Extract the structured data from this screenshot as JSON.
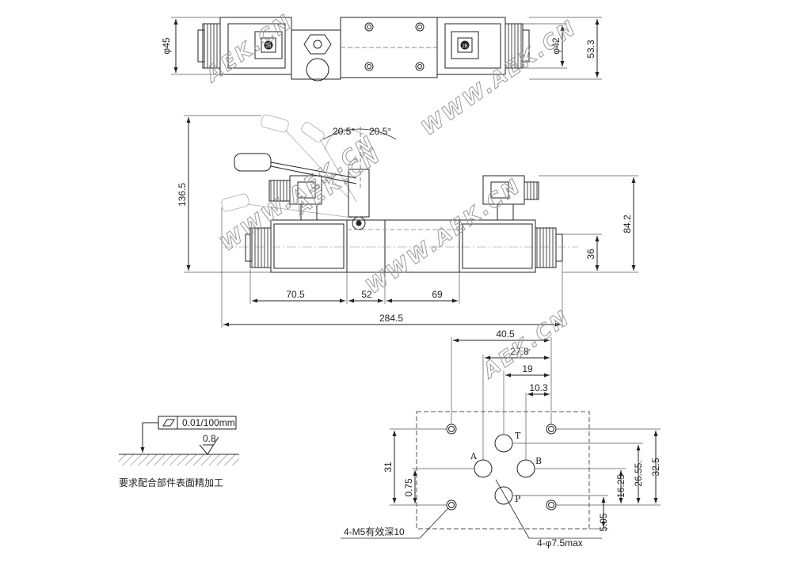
{
  "watermarks": {
    "a": "AEK.CN",
    "b": "WWW.AEK.CN",
    "c": "AEK.CN",
    "d": "WWW.AEK.CN",
    "e": "WWW.AEK.CN",
    "f": "AEK.CN"
  },
  "top_view": {
    "dia45": "φ45",
    "dia42": "φ42",
    "height": "53.3",
    "coil_left_badge": "2B",
    "coil_right_badge": "2B"
  },
  "front_view": {
    "angle_left": "20.5°",
    "angle_right": "20.5°",
    "overall_height": "136.5",
    "right_height": "84.2",
    "center_height": "36",
    "dim_left": "70.5",
    "dim_mid": "52",
    "dim_right": "69",
    "overall_length": "284.5"
  },
  "interface": {
    "d_40_5": "40.5",
    "d_27_8": "27.8",
    "d_19": "19",
    "d_10_3": "10.3",
    "d_31": "31",
    "d_0_75": "0.75",
    "d_32_5": "32.5",
    "d_26_55": "26.55.",
    "d_16_25": "16.25",
    "d_5_95": "5.95",
    "port_t": "T",
    "port_a": "A",
    "port_b": "B",
    "port_p": "P",
    "thread_note": "4-M5有效深10",
    "hole_note": "4-φ7.5max"
  },
  "surface": {
    "flatness": "0.01/100mm",
    "roughness": "0.8",
    "note": "要求配合部件表面精加工"
  }
}
